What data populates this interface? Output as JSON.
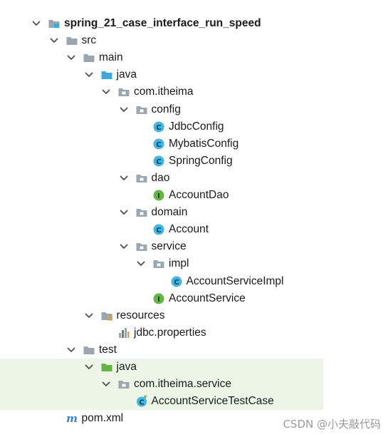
{
  "tree": [
    {
      "label": "spring_21_case_interface_run_speed",
      "icon": "project-folder-icon",
      "depth": 0,
      "expanded": true,
      "bold": true
    },
    {
      "label": "src",
      "icon": "folder-icon",
      "depth": 1,
      "expanded": true
    },
    {
      "label": "main",
      "icon": "folder-icon",
      "depth": 2,
      "expanded": true
    },
    {
      "label": "java",
      "icon": "source-folder-icon",
      "depth": 3,
      "expanded": true
    },
    {
      "label": "com.itheima",
      "icon": "package-icon",
      "depth": 4,
      "expanded": true
    },
    {
      "label": "config",
      "icon": "package-icon",
      "depth": 5,
      "expanded": true
    },
    {
      "label": "JdbcConfig",
      "icon": "class-icon",
      "depth": 6
    },
    {
      "label": "MybatisConfig",
      "icon": "class-icon",
      "depth": 6
    },
    {
      "label": "SpringConfig",
      "icon": "class-icon",
      "depth": 6
    },
    {
      "label": "dao",
      "icon": "package-icon",
      "depth": 5,
      "expanded": true
    },
    {
      "label": "AccountDao",
      "icon": "interface-icon",
      "depth": 6
    },
    {
      "label": "domain",
      "icon": "package-icon",
      "depth": 5,
      "expanded": true
    },
    {
      "label": "Account",
      "icon": "class-icon",
      "depth": 6
    },
    {
      "label": "service",
      "icon": "package-icon",
      "depth": 5,
      "expanded": true
    },
    {
      "label": "impl",
      "icon": "package-icon",
      "depth": 6,
      "expanded": true
    },
    {
      "label": "AccountServiceImpl",
      "icon": "class-icon",
      "depth": 7
    },
    {
      "label": "AccountService",
      "icon": "interface-icon",
      "depth": 6
    },
    {
      "label": "resources",
      "icon": "resources-folder-icon",
      "depth": 3,
      "expanded": true
    },
    {
      "label": "jdbc.properties",
      "icon": "properties-file-icon",
      "depth": 4
    },
    {
      "label": "test",
      "icon": "folder-icon",
      "depth": 2,
      "expanded": true
    },
    {
      "label": "java",
      "icon": "test-source-folder-icon",
      "depth": 3,
      "expanded": true,
      "highlight": true
    },
    {
      "label": "com.itheima.service",
      "icon": "package-icon",
      "depth": 4,
      "expanded": true,
      "highlight": true
    },
    {
      "label": "AccountServiceTestCase",
      "icon": "test-class-icon",
      "depth": 5,
      "highlight": true
    },
    {
      "label": "pom.xml",
      "icon": "maven-file-icon",
      "depth": 1
    }
  ],
  "watermark": "CSDN @小夫敲代码",
  "colors": {
    "highlight": "#edf6e6",
    "folder": "#9aa7b0",
    "source_folder": "#40a7e0",
    "test_folder": "#62b543",
    "class": "#40b6e0",
    "interface": "#62b543"
  }
}
